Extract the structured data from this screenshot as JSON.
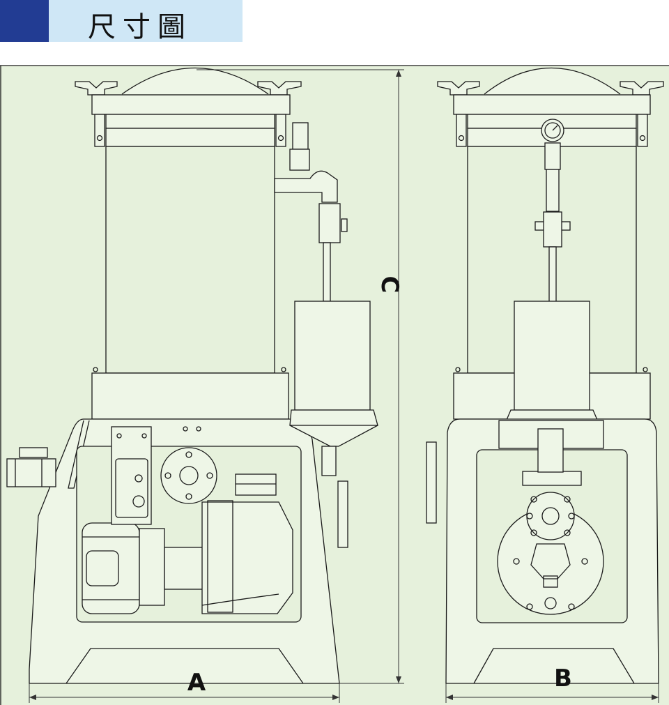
{
  "header": {
    "title": "尺寸圖",
    "accent_color": "#223c93",
    "band_color": "#cfe7f6"
  },
  "drawing": {
    "background_color": "#e6f1dc",
    "line_color": "#1a1a1a",
    "dimensions": {
      "width_front": "A",
      "width_side": "B",
      "height": "C"
    }
  }
}
